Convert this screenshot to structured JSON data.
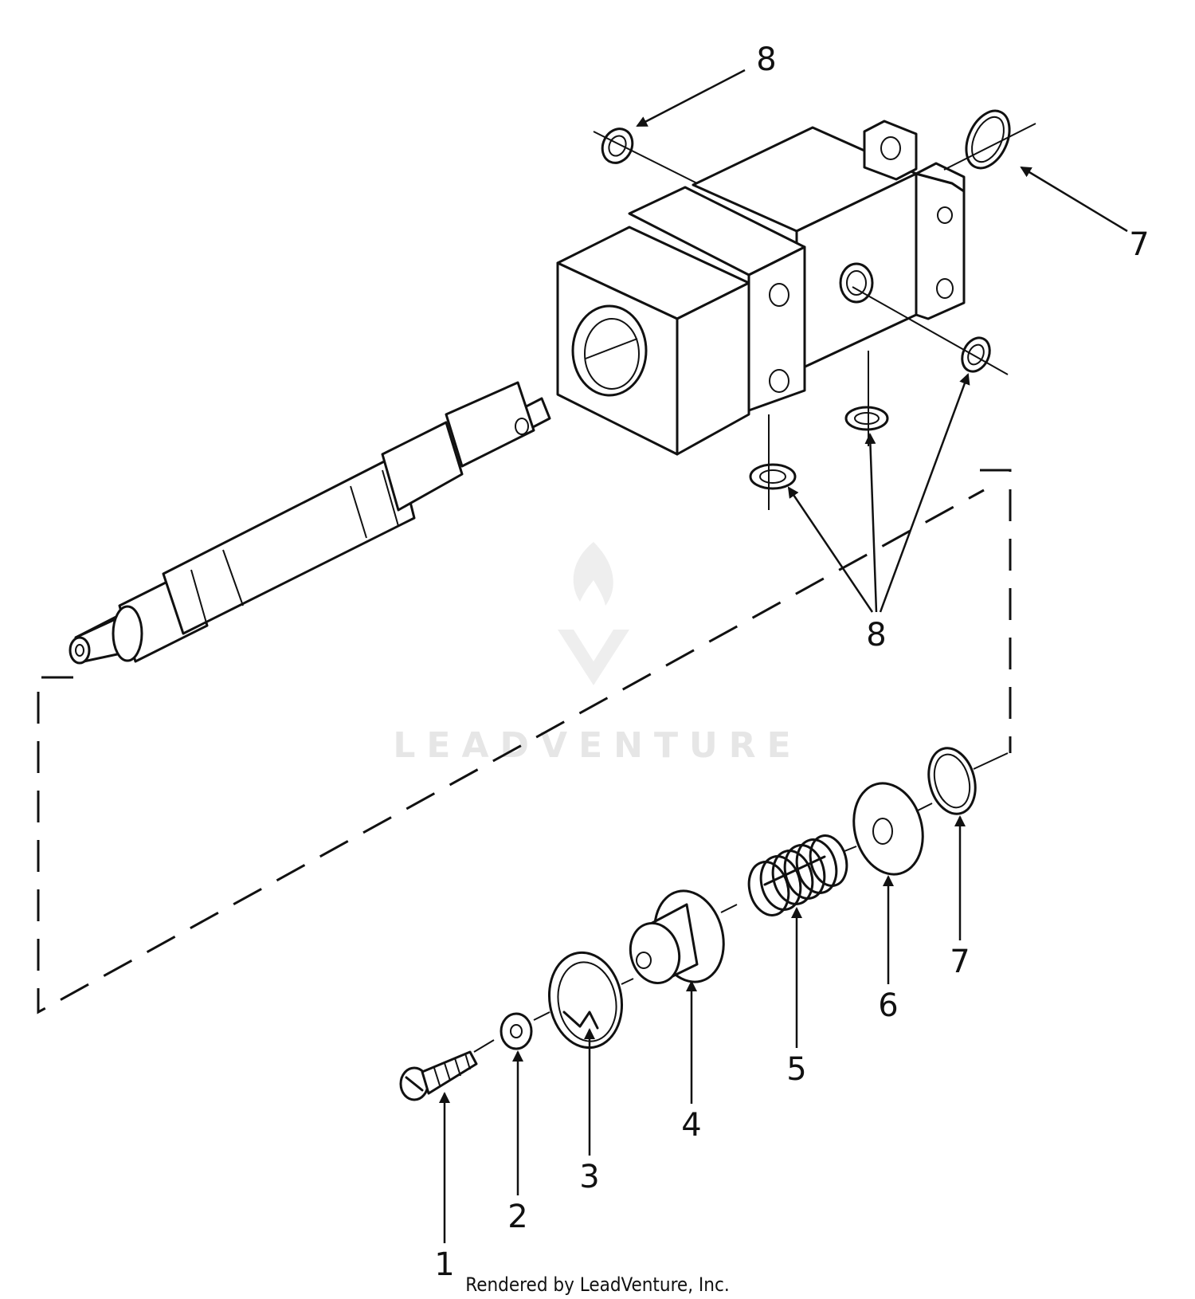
{
  "callouts": {
    "c1": "1",
    "c2": "2",
    "c3": "3",
    "c4": "4",
    "c5": "5",
    "c6": "6",
    "c7_bottom": "7",
    "c7_top": "7",
    "c8_top": "8",
    "c8_mid": "8"
  },
  "watermark": "LEADVENTURE",
  "footer": "Rendered by LeadVenture, Inc."
}
